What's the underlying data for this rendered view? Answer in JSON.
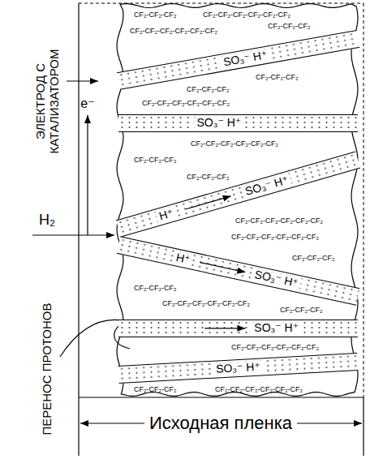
{
  "diagram": {
    "nodes": [
      {
        "text": [
          "SO₃⁻ H⁺"
        ]
      },
      {
        "text": [
          "SO₃⁻ H⁺"
        ]
      },
      {
        "text": [
          "H⁺",
          "SO₃⁻ H⁺"
        ]
      },
      {
        "text": [
          "H⁺",
          "SO₃⁻ H⁺"
        ]
      },
      {
        "text": [
          "SO₃⁻ H⁺"
        ]
      },
      {
        "text": [
          "SO₃⁻ H⁺"
        ]
      }
    ],
    "labels": [
      "ЭЛЕКТРОД С КАТАЛИЗАТОРОМ",
      "e⁻",
      "H₂",
      "ПЕРЕНОС ПРОТОНОВ",
      "Исходная пленка",
      "CF₂-CF₂-CF₂",
      "CF₂-CF₂-CF₂-CF₂-CF₂-CF₂",
      "CF₂-CF₂-CF₂-CF₂-CF₂-CF₂",
      "CF₂-CF₂-CF₂",
      "CF₂-CF₂-CF₂",
      "CF₂-CF₂-CF₂",
      "CF₂-CF₂-CF₂-CF₂-CF₂-CF₂",
      "CF₂-CF₂-CF₂-CF₂-CF₂-CF₂",
      "CF₂-CF₂-CF₂",
      "CF₂-CF₂-CF₂",
      "CF₂-CF₂-CF₂-CF₂-CF₂-CF₂",
      "CF₂-CF₂-CF₂-CF₂-CF₂-CF₂",
      "CF₂-CF₂-CF₂",
      "CF₂-CF₂-CF₂",
      "CF₂-CF₂-CF₂-CF₂-CF₂-CF₂",
      "CF₂-CF₂-CF₂",
      "CF₂-CF₂-CF₂-CF₂-CF₂-CF₂",
      "CF₂-CF₂-CF₂",
      "CF₂-CF₂-CF₂-CF₂-CF₂-CF₂"
    ]
  }
}
